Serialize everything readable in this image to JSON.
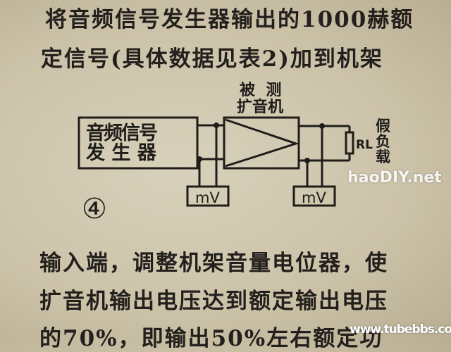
{
  "text_lines": [
    "将音频信号发生器输出的1000赫额",
    "定信号(具体数据见表2)加到机架",
    "输入端，调整机架音量电位器，使",
    "扩音机输出电压达到额定输出电压",
    "的70%，即输出50%左右额定功"
  ],
  "diagram": {
    "figure_number": "④",
    "generator_line1": "音频信号",
    "generator_line2": "发 生 器",
    "amplifier_line1": "被  测",
    "amplifier_line2": "扩音机",
    "resistor_label": "RL",
    "dummy_load": "假负载",
    "meter_left": "mV",
    "meter_right": "mV"
  },
  "watermarks": [
    "haoDIY.net",
    "www.tubebbs.com"
  ]
}
